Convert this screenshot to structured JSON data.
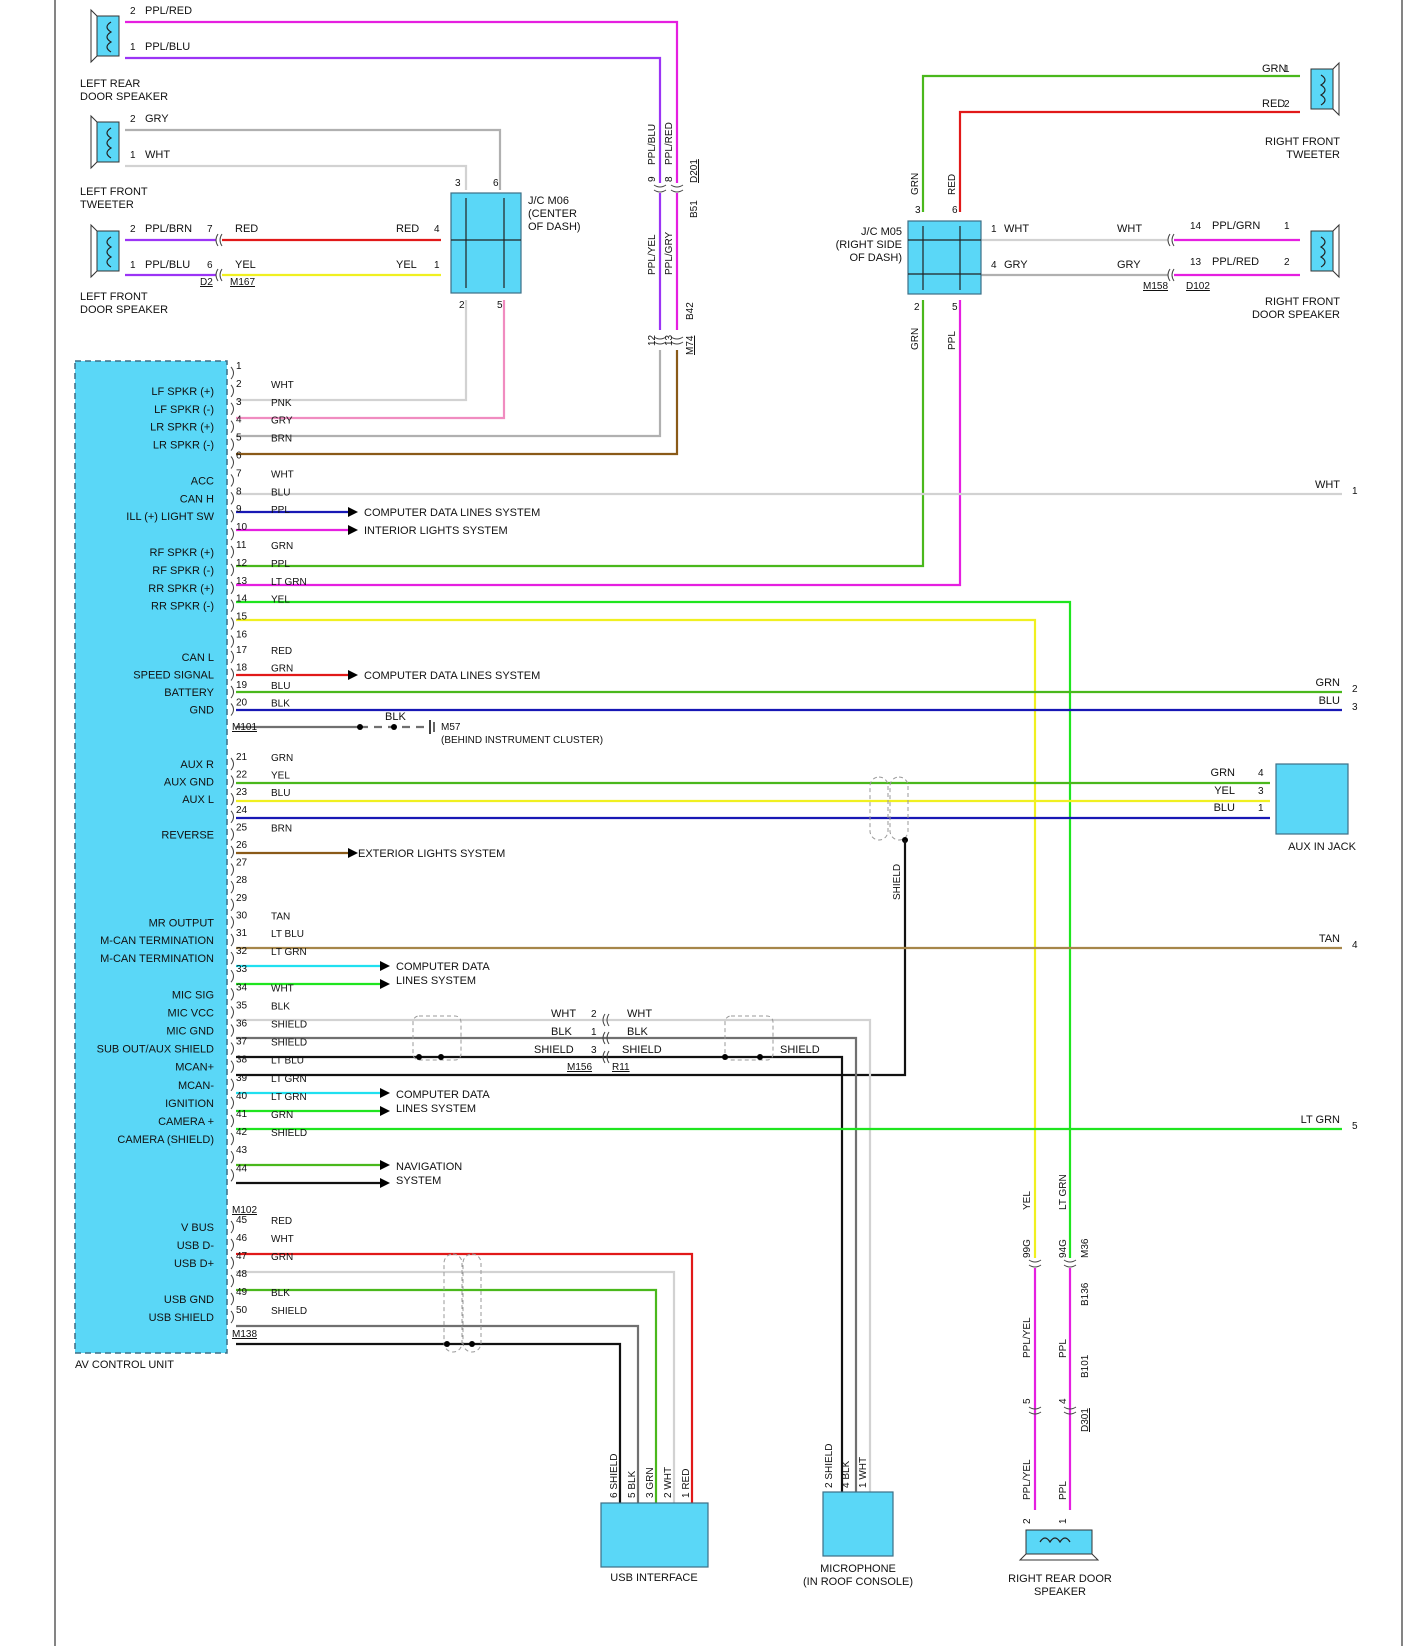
{
  "colors": {
    "box_fill": "#5ad7f7",
    "box_stroke": "#3d6f86",
    "PPL": "#e51fe0",
    "VIOLET": "#9b34f5",
    "RED": "#e11919",
    "GRN": "#4ab81c",
    "LTGRN": "#1fe51f",
    "YEL": "#f0f020",
    "BLU": "#1818b5",
    "GRY": "#b0b0b0",
    "WHT": "#d2d2d2",
    "BRN": "#8a5a18",
    "TAN": "#a6864a",
    "PNK": "#f08cc0",
    "LTBLU": "#20e0f0",
    "BLK": "#111111",
    "DGRY": "#707070",
    "SHIELD": "#999999"
  },
  "components": {
    "left_rear_door_speaker": "LEFT REAR\nDOOR SPEAKER",
    "left_front_tweeter": "LEFT FRONT\nTWEETER",
    "left_front_door_speaker": "LEFT FRONT\nDOOR SPEAKER",
    "jc_m06": "J/C M06\n(CENTER\nOF DASH)",
    "jc_m05": "J/C M05\n(RIGHT SIDE\nOF DASH)",
    "right_front_tweeter": "RIGHT FRONT\nTWEETER",
    "right_front_door_speaker": "RIGHT FRONT\nDOOR SPEAKER",
    "av_control_unit": "AV CONTROL UNIT",
    "aux_in_jack": "AUX IN JACK",
    "usb_interface": "USB INTERFACE",
    "microphone": "MICROPHONE\n(IN ROOF CONSOLE)",
    "right_rear_door_speaker": "RIGHT REAR DOOR\nSPEAKER"
  },
  "connectors": {
    "d2": "D2",
    "m167": "M167",
    "m158": "M158",
    "d102": "D102",
    "b51": "B51",
    "d201": "D201",
    "b42": "B42",
    "m74": "M74",
    "m101": "M101",
    "m102": "M102",
    "m138": "M138",
    "m156": "M156",
    "r11": "R11",
    "m36": "M36",
    "b136": "B136",
    "b101": "B101",
    "d301": "D301",
    "num_99g": "99G",
    "num_94g": "94G",
    "m57": "M57",
    "m57_note": "(BEHIND INSTRUMENT CLUSTER)"
  },
  "pin_names": {
    "p2": "LF SPKR (+)",
    "p3": "LF SPKR (-)",
    "p4": "LR SPKR (+)",
    "p5": "LR SPKR (-)",
    "p7": "ACC",
    "p8": "CAN H",
    "p9": "ILL (+) LIGHT SW",
    "p11": "RF SPKR (+)",
    "p12": "RF SPKR (-)",
    "p13": "RR SPKR (+)",
    "p14": "RR SPKR (-)",
    "p17": "CAN L",
    "p18": "SPEED SIGNAL",
    "p19": "BATTERY",
    "p20": "GND",
    "p21": "AUX R",
    "p22": "AUX GND",
    "p23": "AUX L",
    "p25": "REVERSE",
    "p30": "MR OUTPUT",
    "p31": "M-CAN TERMINATION",
    "p32": "M-CAN TERMINATION",
    "p34": "MIC SIG",
    "p35": "MIC VCC",
    "p36": "MIC GND",
    "p37": "SUB OUT/AUX SHIELD",
    "p38": "MCAN+",
    "p39": "MCAN-",
    "p40": "IGNITION",
    "p41": "CAMERA +",
    "p42": "CAMERA (SHIELD)",
    "p45": "V BUS",
    "p46": "USB D-",
    "p47": "USB D+",
    "p49": "USB GND",
    "p50": "USB SHIELD"
  },
  "pin_wires": {
    "p2": "WHT",
    "p3": "PNK",
    "p4": "GRY",
    "p5": "BRN",
    "p7": "WHT",
    "p8": "BLU",
    "p9": "PPL",
    "p11": "GRN",
    "p12": "PPL",
    "p13": "LT GRN",
    "p14": "YEL",
    "p17": "RED",
    "p18": "GRN",
    "p19": "BLU",
    "p20": "BLK",
    "p21": "GRN",
    "p22": "YEL",
    "p23": "BLU",
    "p25": "BRN",
    "p30": "TAN",
    "p31": "LT BLU",
    "p32": "LT GRN",
    "p34": "WHT",
    "p35": "BLK",
    "p36": "SHIELD",
    "p37": "SHIELD",
    "p38": "LT BLU",
    "p39": "LT GRN",
    "p40": "LT GRN",
    "p41": "GRN",
    "p42": "SHIELD",
    "p45": "RED",
    "p46": "WHT",
    "p47": "GRN",
    "p49": "BLK",
    "p50": "SHIELD"
  },
  "destinations": {
    "computer_data_lines": "COMPUTER DATA LINES SYSTEM",
    "interior_lights": "INTERIOR LIGHTS SYSTEM",
    "exterior_lights": "EXTERIOR LIGHTS SYSTEM",
    "computer_data": "COMPUTER DATA",
    "lines_system": "LINES SYSTEM",
    "navigation": "NAVIGATION",
    "system": "SYSTEM"
  },
  "labels": {
    "wht": "WHT",
    "grn": "GRN",
    "blu": "BLU",
    "tan": "TAN",
    "lt_grn": "LT GRN",
    "yel": "YEL",
    "red": "RED",
    "blk": "BLK",
    "gry": "GRY",
    "shield": "SHIELD",
    "ppl": "PPL",
    "ppl_red": "PPL/RED",
    "ppl_blu": "PPL/BLU",
    "ppl_brn": "PPL/BRN",
    "ppl_yel": "PPL/YEL",
    "ppl_gry": "PPL/GRY",
    "ppl_grn": "PPL/GRN",
    "shield_2": "2 SHIELD",
    "blk_4": "4 BLK",
    "wht_1": "1 WHT",
    "shield_6": "6 SHIELD",
    "blk_5": "5 BLK",
    "grn_3": "3 GRN",
    "wht_2": "2 WHT",
    "red_1": "1 RED"
  }
}
